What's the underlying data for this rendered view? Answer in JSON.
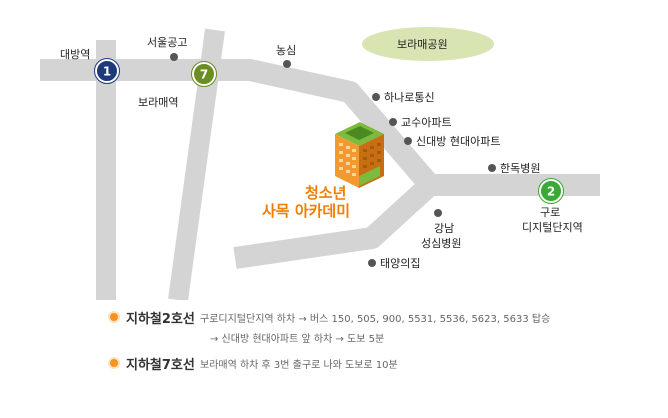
{
  "map": {
    "park": "보라매공원",
    "stations": [
      {
        "num": "1",
        "name": "대방역",
        "color": "#1f3a7a"
      },
      {
        "num": "7",
        "name": "보라매역",
        "color": "#6b8e23"
      },
      {
        "num": "2",
        "name": "구로\n디지털단지역",
        "color": "#3aa935"
      }
    ],
    "station2_line1": "구로",
    "station2_line2": "디지털단지역",
    "landmarks": {
      "school": "서울공고",
      "nongsim": "농심",
      "hanaro": "하나로통신",
      "gyosu": "교수아파트",
      "sindaebang": "신대방 현대아파트",
      "handok": "한독병원",
      "gangnam_1": "강남",
      "gangnam_2": "성심병원",
      "taeyang": "태양의집"
    },
    "academy_line1": "청소년",
    "academy_line2": "사목 아카데미",
    "colors": {
      "road": "#d4d4d4",
      "park": "#d9e4b3",
      "accent": "#f07e00",
      "line1": "#1f3a7a",
      "line7": "#6b8e23",
      "line2": "#3aa935",
      "bullet": "#f7941d"
    }
  },
  "directions": [
    {
      "title": "지하철2호선",
      "desc": "구로디지털단지역 하차 → 버스 150, 505, 900, 5531, 5536, 5623, 5633 탑승",
      "desc2": "→ 신대방 현대아파트 앞 하차 → 도보 5분"
    },
    {
      "title": "지하철7호선",
      "desc": "보라매역 하차 후 3번 출구로 나와 도보로 10분"
    }
  ]
}
